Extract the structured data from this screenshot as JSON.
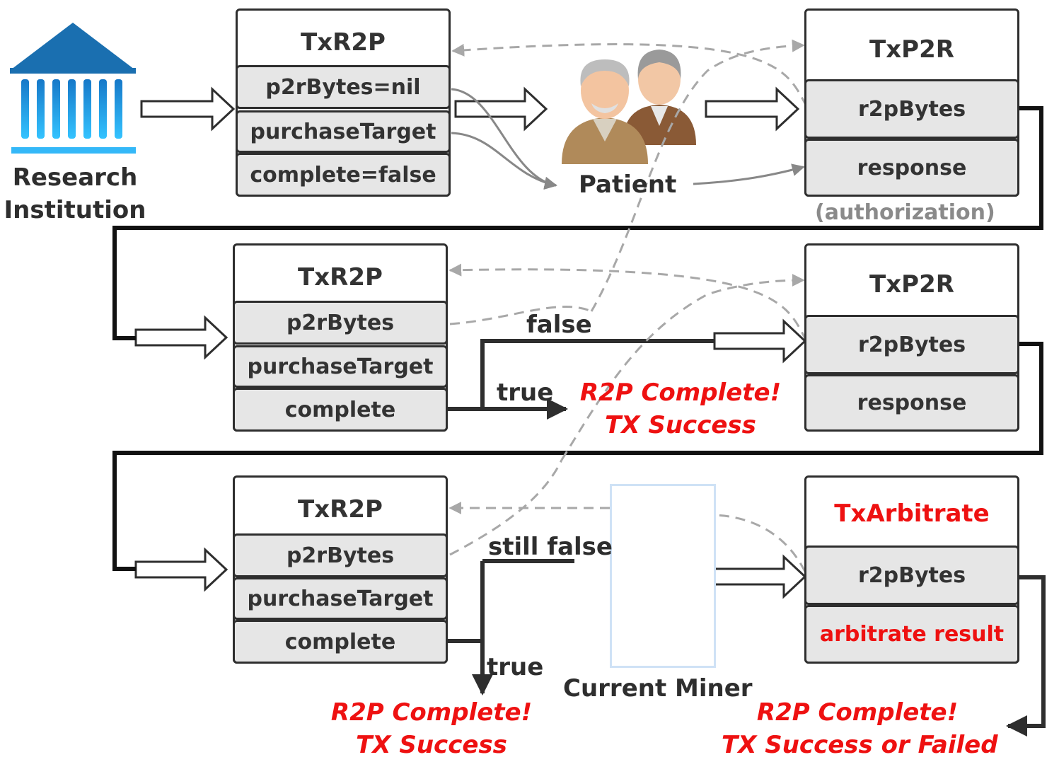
{
  "actors": {
    "research_institution": [
      "Research",
      "Institution"
    ],
    "patient": "Patient",
    "current_miner": "Current Miner"
  },
  "row1": {
    "txr2p": {
      "title": "TxR2P",
      "fields": [
        "p2rBytes=nil",
        "purchaseTarget",
        "complete=false"
      ]
    },
    "txp2r": {
      "title": "TxP2R",
      "fields": [
        "r2pBytes",
        "response"
      ],
      "note": "(authorization)"
    }
  },
  "row2": {
    "txr2p": {
      "title": "TxR2P",
      "fields": [
        "p2rBytes",
        "purchaseTarget",
        "complete"
      ]
    },
    "txp2r": {
      "title": "TxP2R",
      "fields": [
        "r2pBytes",
        "response"
      ]
    },
    "label_false": "false",
    "label_true": "true",
    "outcome": [
      "R2P Complete!",
      "TX Success"
    ]
  },
  "row3": {
    "txr2p": {
      "title": "TxR2P",
      "fields": [
        "p2rBytes",
        "purchaseTarget",
        "complete"
      ]
    },
    "txarbitrate": {
      "title": "TxArbitrate",
      "fields": [
        "r2pBytes",
        "arbitrate result"
      ]
    },
    "label_still_false": "still false",
    "label_true": "true",
    "outcome_left": [
      "R2P Complete!",
      "TX Success"
    ],
    "outcome_right": [
      "R2P Complete!",
      "TX Success or Failed"
    ]
  },
  "colors": {
    "border": "#2e2e2e",
    "field_fill": "#e6e6e6",
    "text": "#333333",
    "highlight_red": "#ee1111",
    "dashed_gray": "#a8a8a8",
    "institution_blue": "#1a6fb0",
    "miner_frame": "#cfe2f6"
  },
  "icons": [
    "bank-icon",
    "patients-icon",
    "hospital-icon"
  ]
}
